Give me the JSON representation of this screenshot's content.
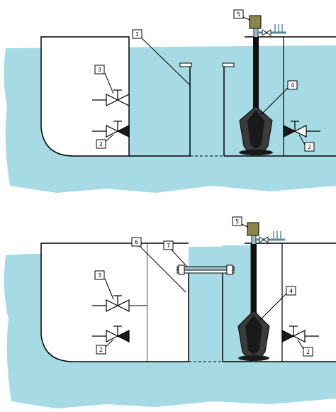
{
  "colors": {
    "water": "#a6dbe6",
    "sealant": "#1a1a1a",
    "plug_face": "#3b3b3b",
    "control_unit": "#8b864a",
    "line": "#000000",
    "pipe": "#9fbfc8"
  },
  "callouts": {
    "top": {
      "outlet_pipe": "1",
      "upper_valve": "3",
      "lower_valve_left": "2",
      "plug": "4",
      "control_unit": "5",
      "lower_valve_right": "2"
    },
    "bottom": {
      "pipe_section": "6",
      "flange_cover": "7",
      "upper_valve": "3",
      "lower_valve_left": "2",
      "plug": "4",
      "control_unit": "5",
      "lower_valve_right": "2"
    }
  }
}
